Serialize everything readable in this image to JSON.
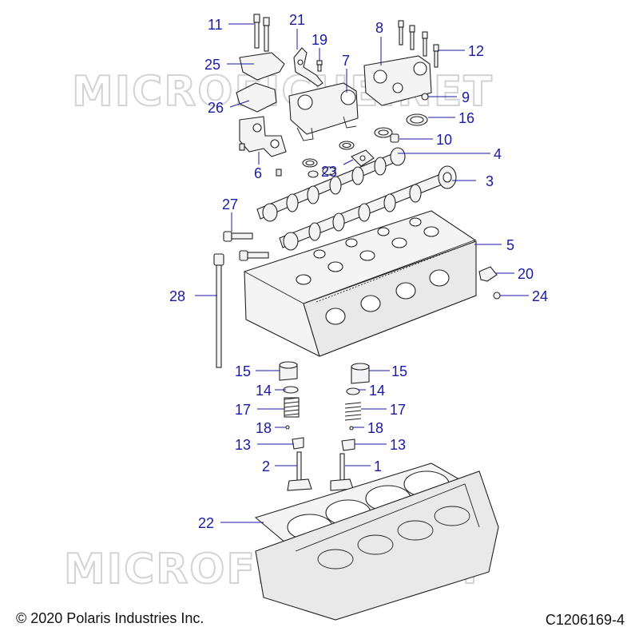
{
  "watermark": "MICROFICHE.NET",
  "footer": {
    "copyright": "© 2020 Polaris Industries Inc.",
    "diagram_id": "C1206169-4"
  },
  "callouts": {
    "c1": "1",
    "c2": "2",
    "c3": "3",
    "c4": "4",
    "c5": "5",
    "c6": "6",
    "c7": "7",
    "c8": "8",
    "c9": "9",
    "c10": "10",
    "c11": "11",
    "c12": "12",
    "c13a": "13",
    "c13b": "13",
    "c14a": "14",
    "c14b": "14",
    "c15a": "15",
    "c15b": "15",
    "c16": "16",
    "c17a": "17",
    "c17b": "17",
    "c18a": "18",
    "c18b": "18",
    "c19": "19",
    "c20": "20",
    "c21": "21",
    "c22": "22",
    "c23": "23",
    "c24": "24",
    "c25": "25",
    "c26": "26",
    "c27": "27",
    "c28": "28"
  },
  "colors": {
    "callout": "#1a1aa6",
    "watermark": "#d3d3d3",
    "line": "#222222"
  }
}
